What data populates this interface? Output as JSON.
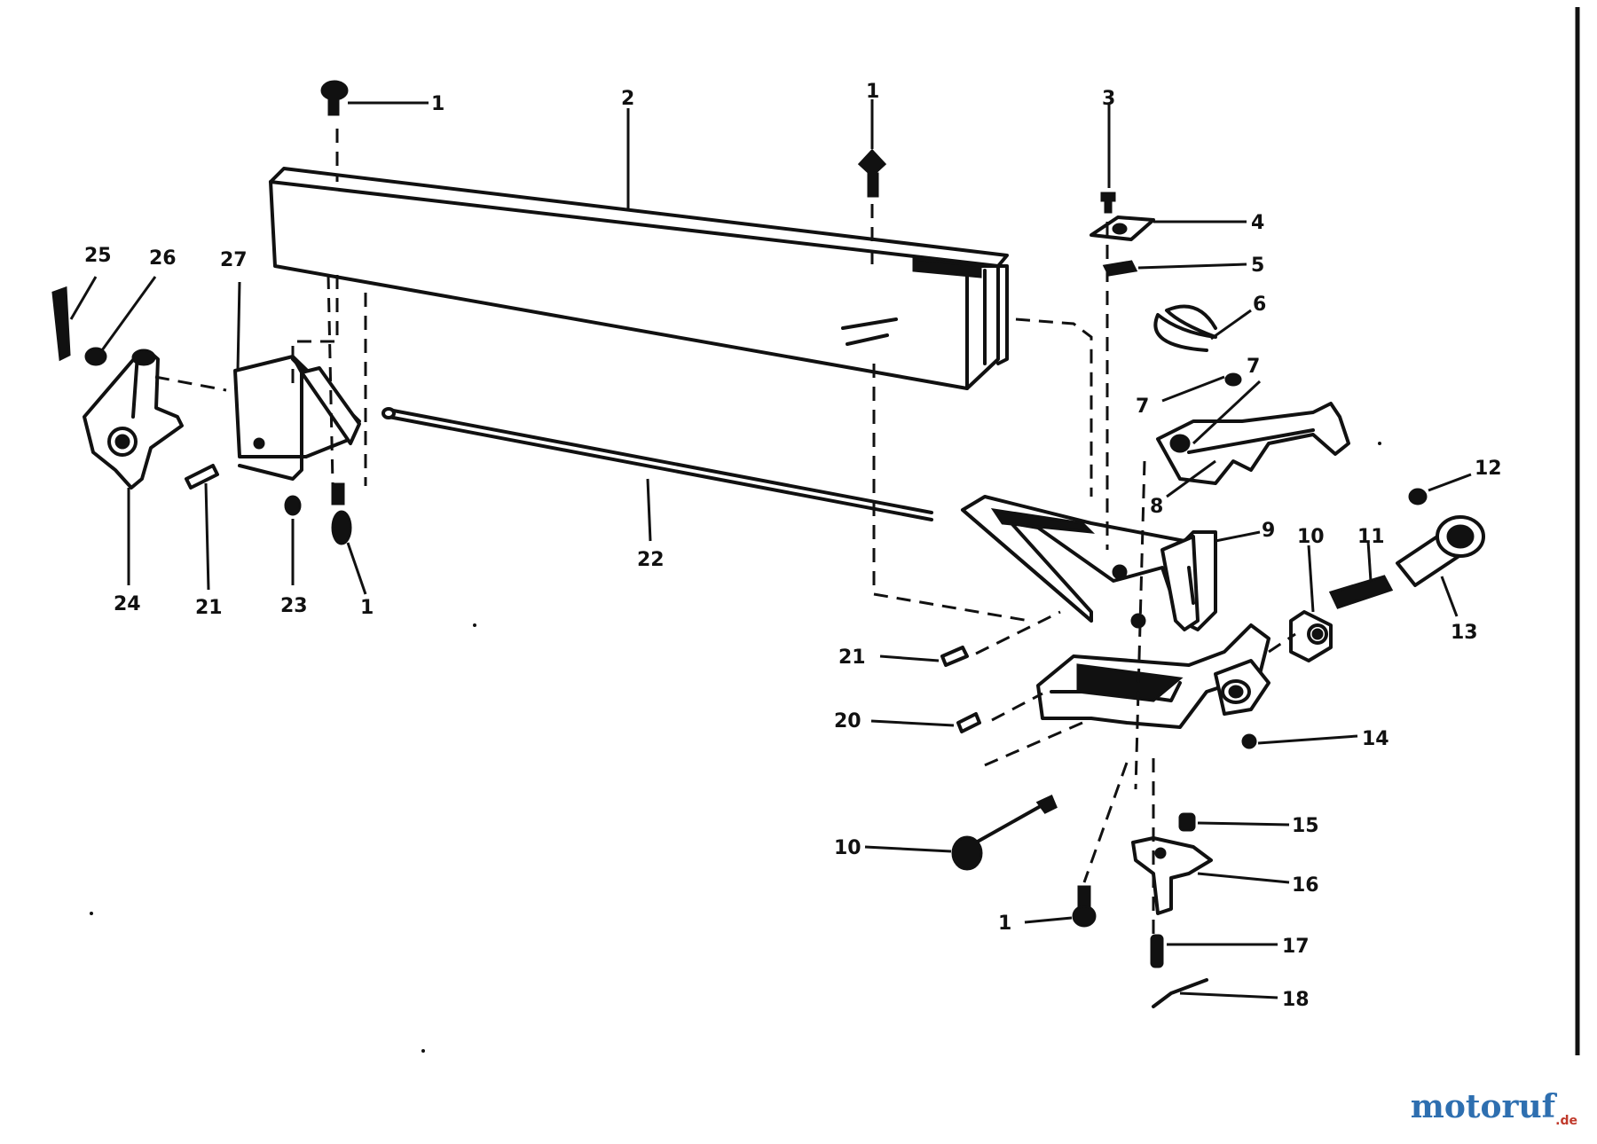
{
  "diagram": {
    "callouts": {
      "c1a": "1",
      "c1b": "1",
      "c1c": "1",
      "c1d": "1",
      "c2": "2",
      "c3": "3",
      "c4": "4",
      "c5": "5",
      "c6": "6",
      "c7a": "7",
      "c7b": "7",
      "c8": "8",
      "c9": "9",
      "c10a": "10",
      "c10b": "10",
      "c11": "11",
      "c12": "12",
      "c13": "13",
      "c14": "14",
      "c15": "15",
      "c16": "16",
      "c17": "17",
      "c18": "18",
      "c20": "20",
      "c21a": "21",
      "c21b": "21",
      "c22": "22",
      "c23": "23",
      "c24": "24",
      "c25": "25",
      "c26": "26",
      "c27": "27"
    }
  },
  "watermark": {
    "brand": "motoruf",
    "suffix": ".de"
  }
}
